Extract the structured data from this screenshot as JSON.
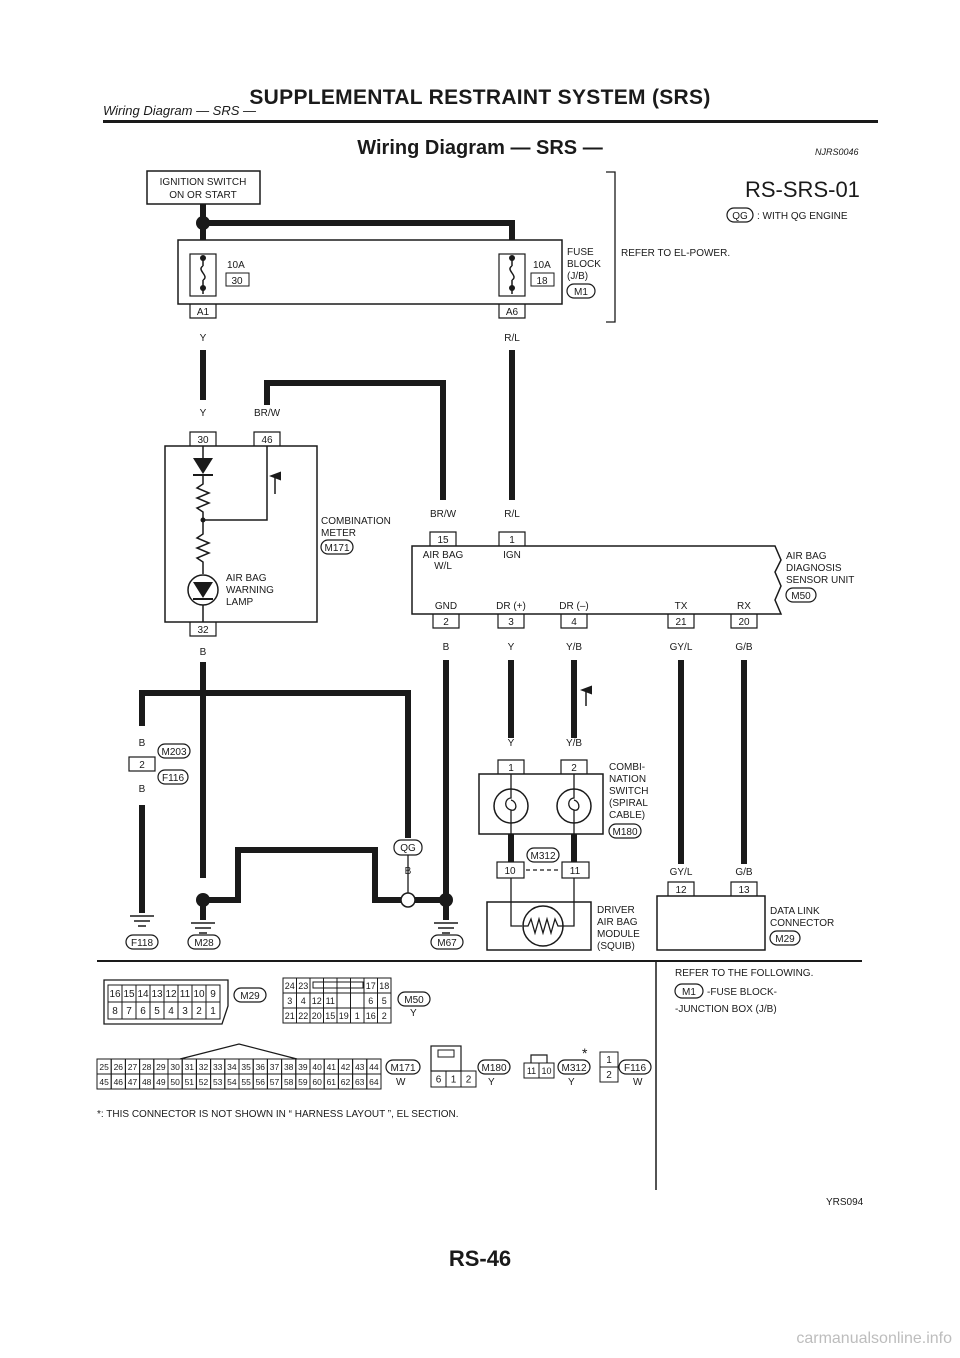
{
  "header": {
    "title": "SUPPLEMENTAL RESTRAINT SYSTEM (SRS)",
    "subtitle": "Wiring Diagram — SRS —"
  },
  "section": {
    "title": "Wiring Diagram — SRS —",
    "code": "NJRS0046"
  },
  "diagram": {
    "id": "RS-SRS-01",
    "legend": {
      "tag": "QG",
      "text": ": WITH QG ENGINE"
    },
    "ignition": [
      "IGNITION SWITCH",
      "ON OR START"
    ],
    "fuse_block": {
      "label": [
        "FUSE",
        "BLOCK",
        "(J/B)"
      ],
      "connector": "M1",
      "refer": "REFER TO EL-POWER.",
      "fuse_left": {
        "amps": "10A",
        "no": "30",
        "terminal": "A1"
      },
      "fuse_right": {
        "amps": "10A",
        "no": "18",
        "terminal": "A6"
      }
    },
    "wires": {
      "y": "Y",
      "rl": "R/L",
      "brw": "BR/W",
      "b": "B",
      "yb": "Y/B",
      "gyl": "GY/L",
      "gb": "G/B"
    },
    "combination_meter": {
      "label": [
        "COMBINATION",
        "METER"
      ],
      "connector": "M171",
      "pins": [
        "30",
        "46",
        "32"
      ],
      "lamp": [
        "AIR BAG",
        "WARNING",
        "LAMP"
      ]
    },
    "sensor_unit": {
      "label": [
        "AIR BAG",
        "DIAGNOSIS",
        "SENSOR UNIT"
      ],
      "connector": "M50",
      "top_pins": [
        {
          "wire": "BR/W",
          "pin": "15",
          "name": "AIR BAG",
          "name2": "W/L"
        },
        {
          "wire": "R/L",
          "pin": "1",
          "name": "IGN",
          "name2": ""
        }
      ],
      "bottom_pins": [
        {
          "name": "GND",
          "pin": "2",
          "wire": "B"
        },
        {
          "name": "DR (+)",
          "pin": "3",
          "wire": "Y"
        },
        {
          "name": "DR (–)",
          "pin": "4",
          "wire": "Y/B"
        },
        {
          "name": "TX",
          "pin": "21",
          "wire": "GY/L"
        },
        {
          "name": "RX",
          "pin": "20",
          "wire": "G/B"
        }
      ]
    },
    "inline_connector": {
      "top": "M203",
      "bottom": "F116",
      "pin": "2"
    },
    "combination_switch": {
      "label": [
        "COMBI-",
        "NATION",
        "SWITCH",
        "(SPIRAL",
        "CABLE)"
      ],
      "connector": "M180",
      "pins": [
        "1",
        "2"
      ]
    },
    "driver_module": {
      "label": [
        "DRIVER",
        "AIR BAG",
        "MODULE",
        "(SQUIB)"
      ],
      "connector": "M312",
      "pins": [
        "10",
        "11"
      ]
    },
    "data_link": {
      "label": [
        "DATA LINK",
        "CONNECTOR"
      ],
      "connector": "M29",
      "pins": [
        "12",
        "13"
      ]
    },
    "grounds": [
      "F118",
      "M28",
      "M67"
    ]
  },
  "connectors": {
    "m29": {
      "name": "M29",
      "row1": [
        "16",
        "15",
        "14",
        "13",
        "12",
        "11",
        "10",
        "9"
      ],
      "row2": [
        "8",
        "7",
        "6",
        "5",
        "4",
        "3",
        "2",
        "1"
      ]
    },
    "m50": {
      "name": "M50",
      "color": "Y",
      "row1": [
        "24",
        "23",
        "",
        "",
        "",
        "",
        "17",
        "18"
      ],
      "row2": [
        "3",
        "4",
        "12",
        "11",
        "",
        "",
        "6",
        "5"
      ],
      "row3": [
        "21",
        "22",
        "20",
        "15",
        "19",
        "1",
        "16",
        "2"
      ]
    },
    "m171": {
      "name": "M171",
      "color": "W",
      "row1": [
        "25",
        "26",
        "27",
        "28",
        "29",
        "30",
        "31",
        "32",
        "33",
        "34",
        "35",
        "36",
        "37",
        "38",
        "39",
        "40",
        "41",
        "42",
        "43",
        "44"
      ],
      "row2": [
        "45",
        "46",
        "47",
        "48",
        "49",
        "50",
        "51",
        "52",
        "53",
        "54",
        "55",
        "56",
        "57",
        "58",
        "59",
        "60",
        "61",
        "62",
        "63",
        "64"
      ]
    },
    "m180": {
      "name": "M180",
      "color": "Y",
      "pins": [
        "6",
        "1",
        "2"
      ]
    },
    "m312": {
      "name": "M312",
      "color": "Y",
      "pins": [
        "11",
        "10"
      ],
      "star": "*"
    },
    "f116": {
      "name": "F116",
      "color": "W",
      "pins": [
        "1",
        "2"
      ]
    },
    "refer": {
      "line1": "REFER TO THE FOLLOWING.",
      "tag": "M1",
      "line2": "-FUSE BLOCK-",
      "line3": "-JUNCTION BOX (J/B)"
    },
    "footnote": "*: THIS CONNECTOR IS NOT SHOWN IN “ HARNESS LAYOUT ”, EL SECTION.",
    "figure_code": "YRS094"
  },
  "footer": {
    "page": "RS-46",
    "watermark": "carmanualsonline.info"
  }
}
